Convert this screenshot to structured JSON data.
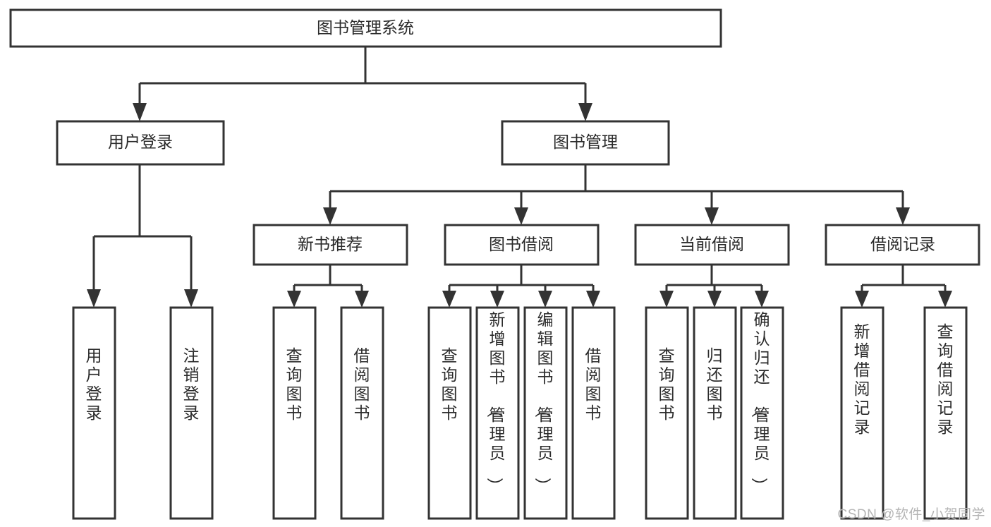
{
  "diagram": {
    "title": "图书管理系统",
    "type": "function-hierarchy-tree",
    "root": {
      "id": "root",
      "label": "图书管理系统",
      "orientation": "horizontal"
    },
    "level2": [
      {
        "id": "user-login",
        "label": "用户登录",
        "orientation": "horizontal"
      },
      {
        "id": "book-management",
        "label": "图书管理",
        "orientation": "horizontal"
      }
    ],
    "level3": [
      {
        "id": "new-book-recommend",
        "label": "新书推荐",
        "orientation": "horizontal",
        "parent": "book-management"
      },
      {
        "id": "book-borrow",
        "label": "图书借阅",
        "orientation": "horizontal",
        "parent": "book-management"
      },
      {
        "id": "current-borrow",
        "label": "当前借阅",
        "orientation": "horizontal",
        "parent": "book-management"
      },
      {
        "id": "borrow-record",
        "label": "借阅记录",
        "orientation": "horizontal",
        "parent": "book-management"
      }
    ],
    "leaves": [
      {
        "id": "leaf-user-login",
        "label": "用户登录",
        "orientation": "vertical",
        "parent": "user-login"
      },
      {
        "id": "leaf-logout",
        "label": "注销登录",
        "orientation": "vertical",
        "parent": "user-login"
      },
      {
        "id": "leaf-query-book-1",
        "label": "查询图书",
        "orientation": "vertical",
        "parent": "new-book-recommend"
      },
      {
        "id": "leaf-borrow-book-1",
        "label": "借阅图书",
        "orientation": "vertical",
        "parent": "new-book-recommend"
      },
      {
        "id": "leaf-query-book-2",
        "label": "查询图书",
        "orientation": "vertical",
        "parent": "book-borrow"
      },
      {
        "id": "leaf-add-book",
        "label": "新增图书（管理员）",
        "orientation": "vertical",
        "parent": "book-borrow"
      },
      {
        "id": "leaf-edit-book",
        "label": "编辑图书（管理员）",
        "orientation": "vertical",
        "parent": "book-borrow"
      },
      {
        "id": "leaf-borrow-book-2",
        "label": "借阅图书",
        "orientation": "vertical",
        "parent": "book-borrow"
      },
      {
        "id": "leaf-query-book-3",
        "label": "查询图书",
        "orientation": "vertical",
        "parent": "current-borrow"
      },
      {
        "id": "leaf-return-book",
        "label": "归还图书",
        "orientation": "vertical",
        "parent": "current-borrow"
      },
      {
        "id": "leaf-confirm-return",
        "label": "确认归还（管理员）",
        "orientation": "vertical",
        "parent": "current-borrow"
      },
      {
        "id": "leaf-add-record",
        "label": "新增借阅记录",
        "orientation": "vertical",
        "parent": "borrow-record"
      },
      {
        "id": "leaf-query-record",
        "label": "查询借阅记录",
        "orientation": "vertical",
        "parent": "borrow-record"
      }
    ],
    "colors": {
      "box_fill": "#ffffff",
      "box_border": "#333333",
      "text": "#2b2b2b",
      "connector": "#333333",
      "background": "#ffffff",
      "watermark": "#b4b4b4"
    }
  },
  "watermark": {
    "text": "CSDN @软件_小贺同学"
  }
}
